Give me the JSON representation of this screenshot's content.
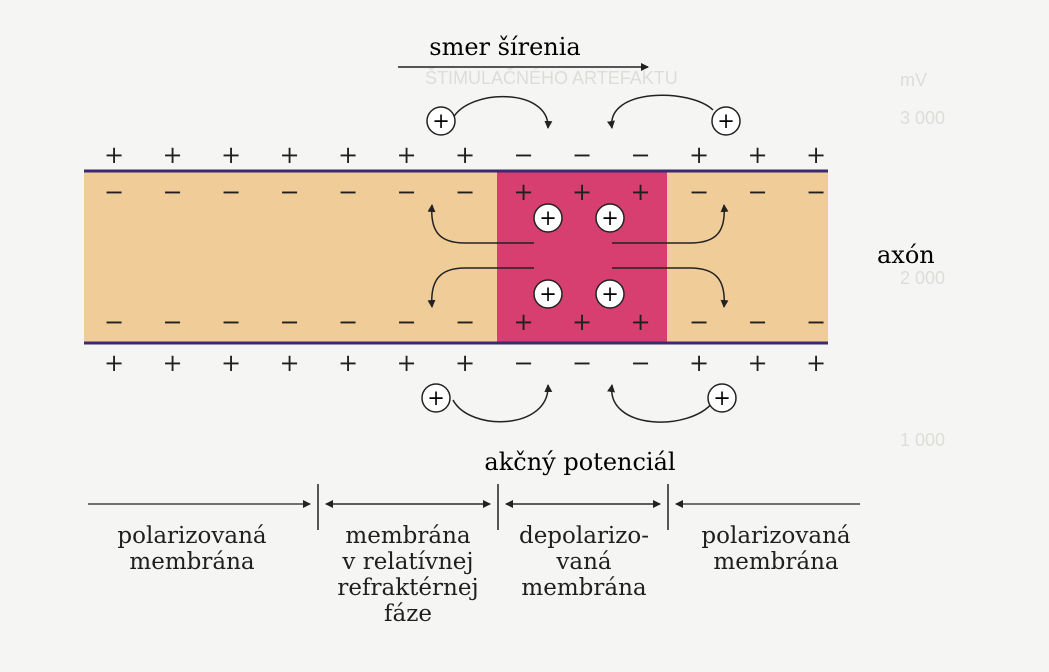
{
  "diagram": {
    "propagation_label": "smer šírenia",
    "axon_label": "axón",
    "action_potential_label": "akčný potenciál",
    "plus_glyph": "+",
    "minus_glyph": "−",
    "ion_glyph": "+",
    "charges": {
      "outer_top": [
        "+",
        "+",
        "+",
        "+",
        "+",
        "+",
        "+",
        "−",
        "−",
        "−",
        "+",
        "+",
        "+"
      ],
      "inner_top": [
        "−",
        "−",
        "−",
        "−",
        "−",
        "−",
        "−",
        "+",
        "+",
        "+",
        "−",
        "−",
        "−"
      ],
      "inner_bottom": [
        "−",
        "−",
        "−",
        "−",
        "−",
        "−",
        "−",
        "+",
        "+",
        "+",
        "−",
        "−",
        "−"
      ],
      "outer_bottom": [
        "+",
        "+",
        "+",
        "+",
        "+",
        "+",
        "+",
        "−",
        "−",
        "−",
        "+",
        "+",
        "+"
      ]
    },
    "zones": [
      {
        "lines": [
          "polarizovaná",
          "membrána"
        ]
      },
      {
        "lines": [
          "membrána",
          "v relatívnej",
          "refraktérnej",
          "fáze"
        ]
      },
      {
        "lines": [
          "depolarizo-",
          "vaná",
          "membrána"
        ]
      },
      {
        "lines": [
          "polarizovaná",
          "membrána"
        ]
      }
    ],
    "colors": {
      "axoplasm": "#f0cd98",
      "depolarized": "#d63f6f",
      "membrane": "#3b2a72",
      "ink": "#1f1f1f"
    }
  }
}
